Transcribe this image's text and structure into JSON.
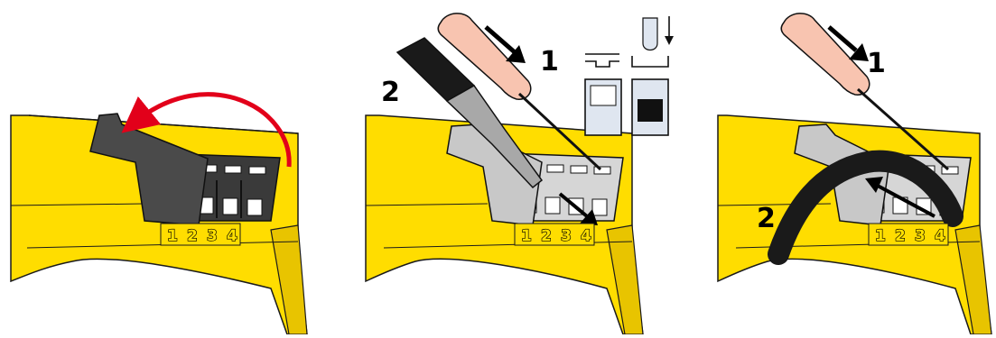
{
  "colors": {
    "housing": "#ffdd00",
    "housing_shade": "#e8c400",
    "outline": "#1a1a1a",
    "red_arrow": "#e2001a",
    "lever_closed": "#4a4a4a",
    "lever_open": "#c8c8c8",
    "screwdriver_handle": "#f8c4b0",
    "ferrule": "#a8a8a8",
    "cable": "#1a1a1a",
    "icon_fill": "#dfe6f0"
  },
  "panels": [
    {
      "terminal_numbers": [
        "1",
        "2",
        "3",
        "4"
      ]
    },
    {
      "labels": {
        "step_1": "1",
        "step_2": "2"
      },
      "terminal_numbers": [
        "1",
        "2",
        "3",
        "4"
      ]
    },
    {
      "labels": {
        "step_1": "1",
        "step_2": "2"
      },
      "terminal_numbers": [
        "1",
        "2",
        "3",
        "4"
      ]
    }
  ]
}
